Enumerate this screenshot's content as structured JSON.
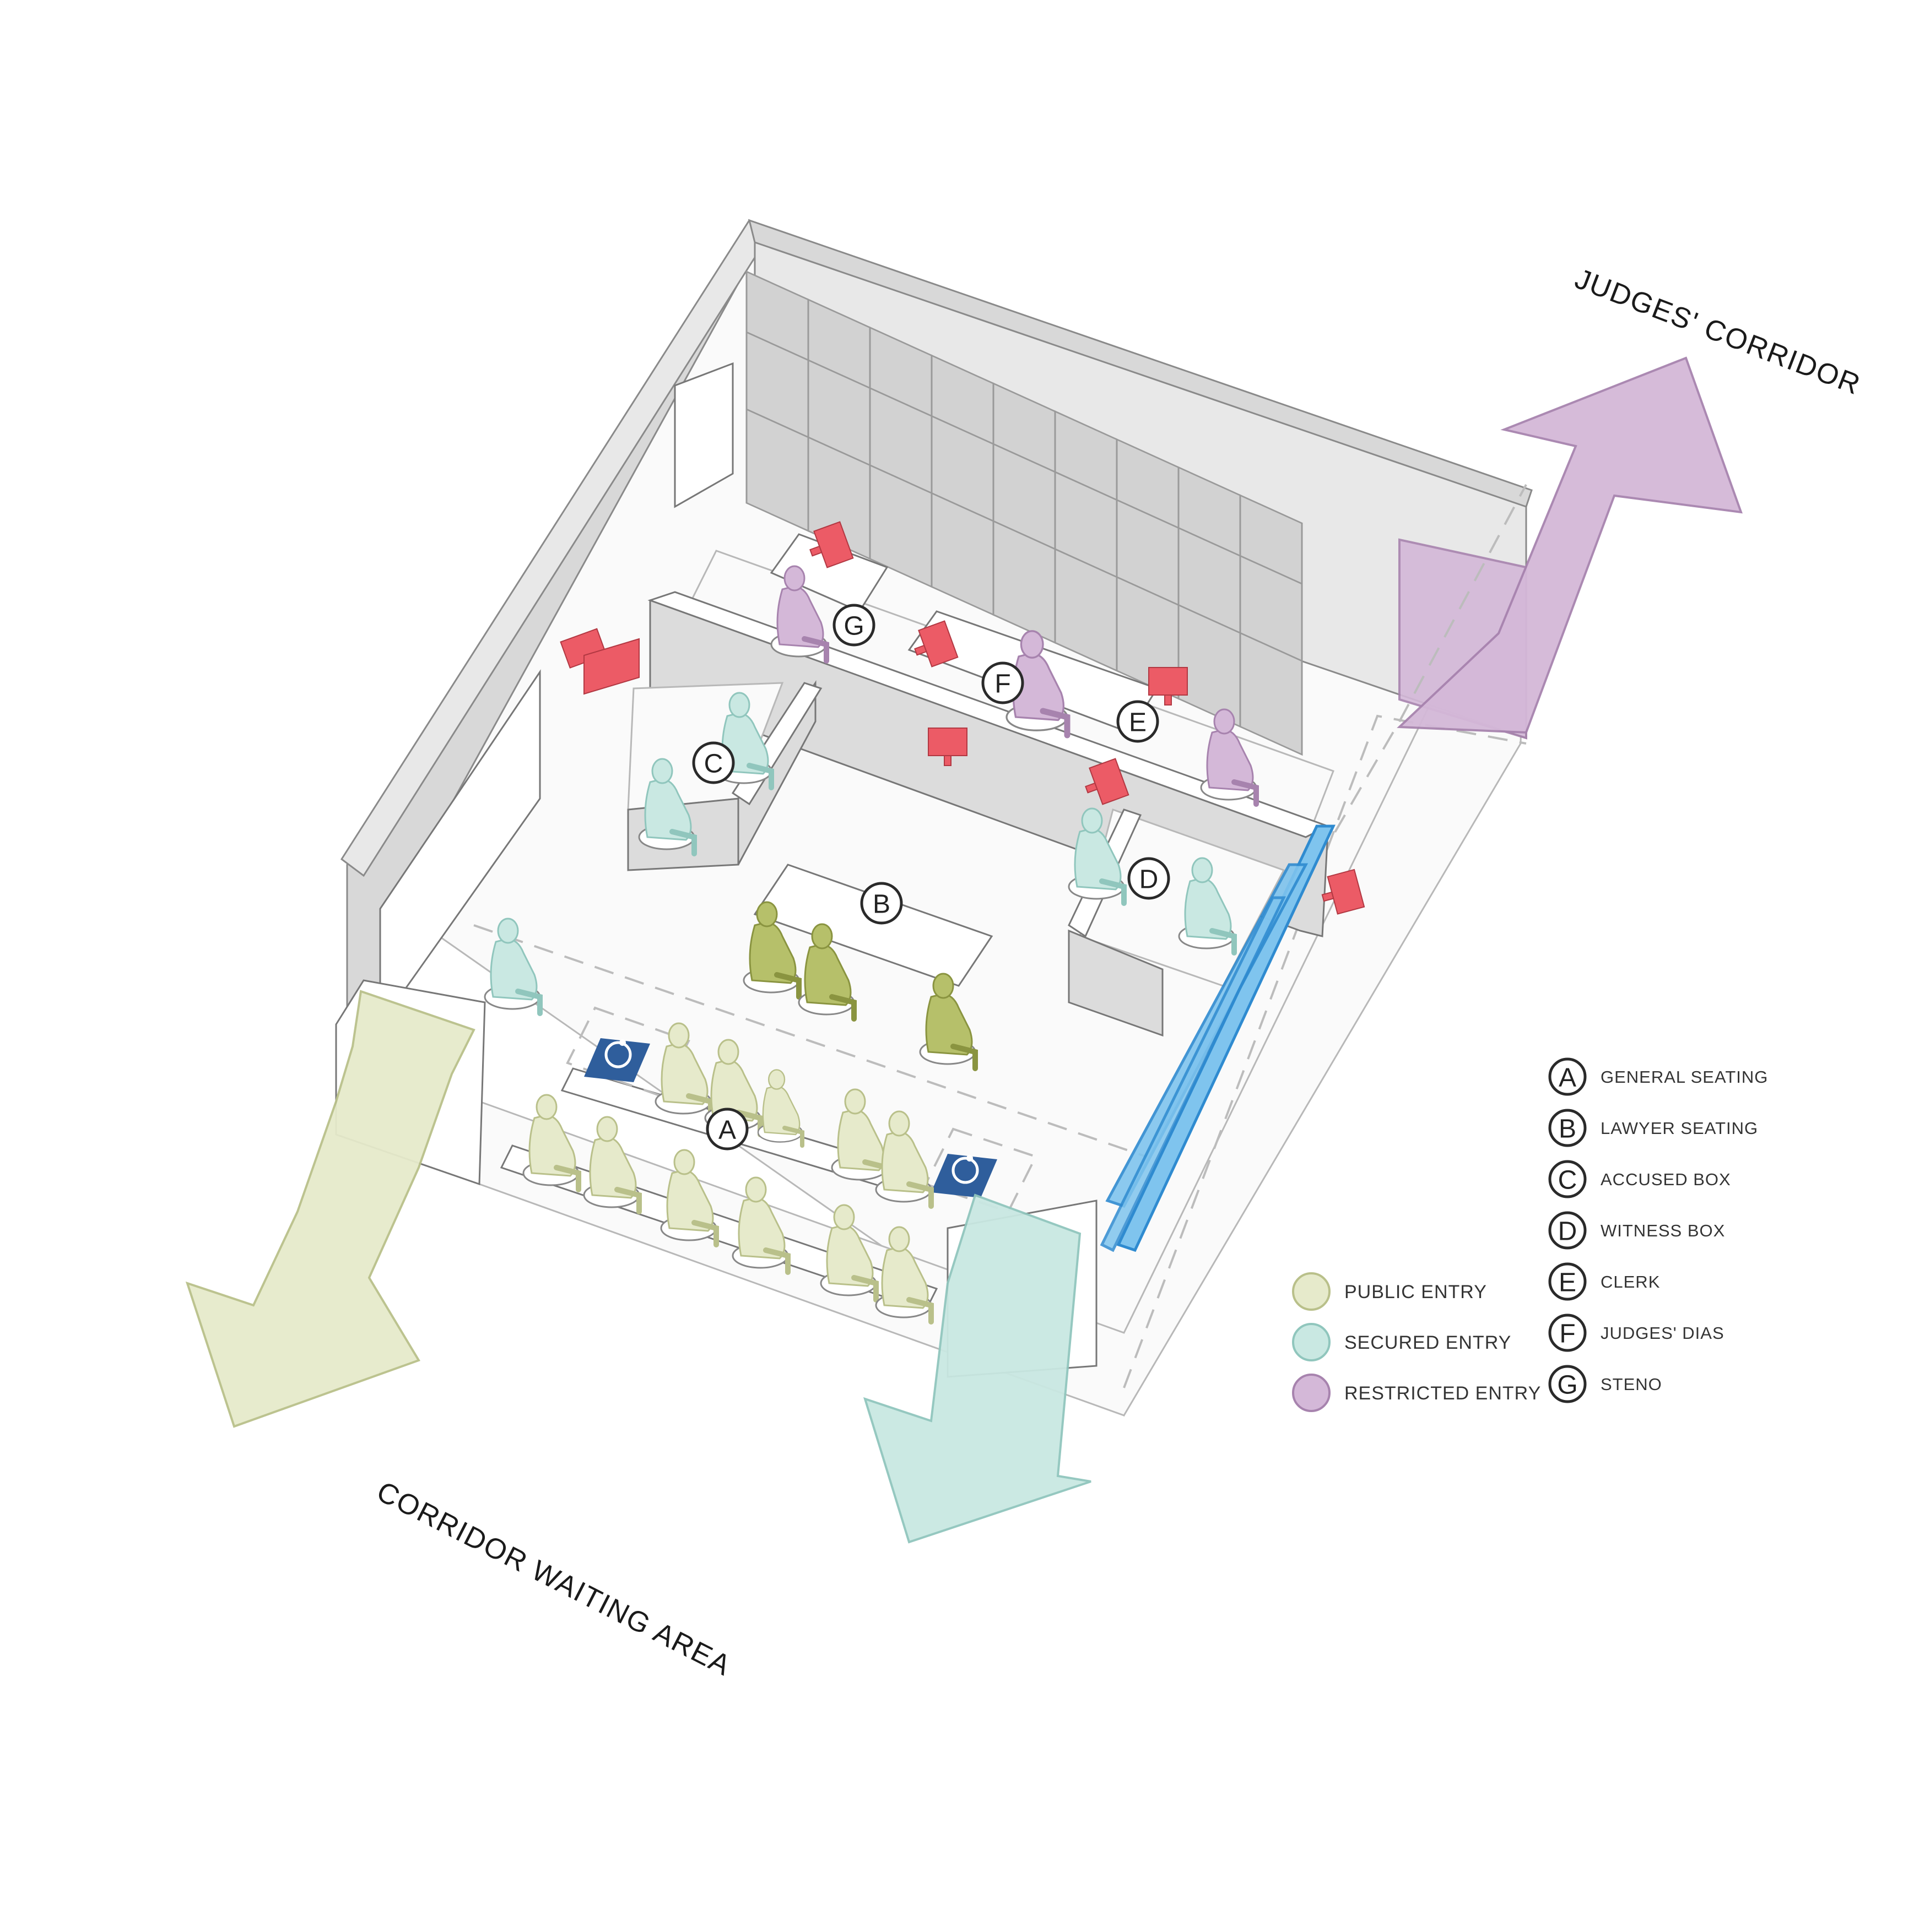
{
  "colors": {
    "public": "#e6eacb",
    "public_stroke": "#b9c08a",
    "secured": "#c9e8e2",
    "secured_stroke": "#90c6bd",
    "restricted": "#d4b8d8",
    "restricted_stroke": "#a783ae",
    "lawyer": "#b6c06a",
    "screen": "#ec5b66",
    "railing": "#7fc4ee",
    "accessible": "#2f5e9c"
  },
  "corridors": {
    "judges": "JUDGES' CORRIDOR",
    "waiting": "CORRIDOR WAITING AREA"
  },
  "markers": [
    "A",
    "B",
    "C",
    "D",
    "E",
    "F",
    "G"
  ],
  "zone_legend": [
    {
      "label": "GENERAL SEATING"
    },
    {
      "label": "LAWYER SEATING"
    },
    {
      "label": "ACCUSED  BOX"
    },
    {
      "label": "WITNESS  BOX"
    },
    {
      "label": "CLERK"
    },
    {
      "label": "JUDGES' DIAS"
    },
    {
      "label": "STENO"
    }
  ],
  "entry_legend": [
    {
      "label": "PUBLIC ENTRY",
      "color": "#e6eacb",
      "stroke": "#b9c08a"
    },
    {
      "label": "SECURED ENTRY",
      "color": "#c9e8e2",
      "stroke": "#90c6bd"
    },
    {
      "label": "RESTRICTED ENTRY",
      "color": "#d4b8d8",
      "stroke": "#a783ae"
    }
  ],
  "icons": {
    "accessible_seat": "wheelchair-icon"
  }
}
